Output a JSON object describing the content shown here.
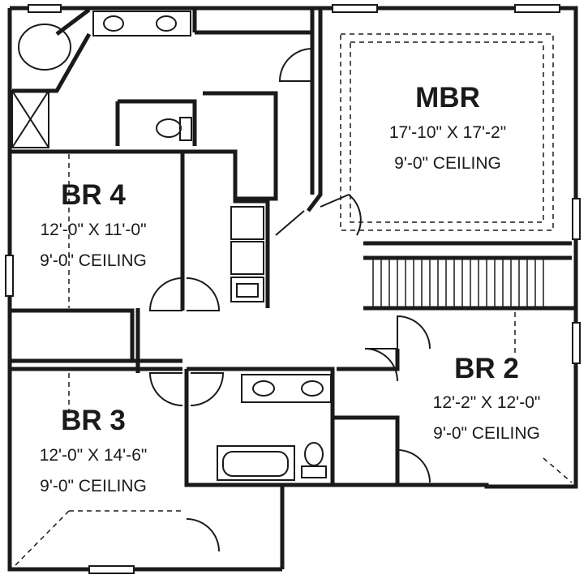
{
  "plan": {
    "colors": {
      "wall": "#1a1a1a",
      "background": "#ffffff"
    },
    "rooms": [
      {
        "id": "mbr",
        "name": "MBR",
        "dimensions": "17'-10\" X 17'-2\"",
        "ceiling": "9'-0\" CEILING"
      },
      {
        "id": "br4",
        "name": "BR 4",
        "dimensions": "12'-0\" X 11'-0\"",
        "ceiling": "9'-0\" CEILING"
      },
      {
        "id": "br2",
        "name": "BR 2",
        "dimensions": "12'-2\" X 12'-0\"",
        "ceiling": "9'-0\" CEILING"
      },
      {
        "id": "br3",
        "name": "BR 3",
        "dimensions": "12'-0\" X 14'-6\"",
        "ceiling": "9'-0\" CEILING"
      }
    ]
  }
}
